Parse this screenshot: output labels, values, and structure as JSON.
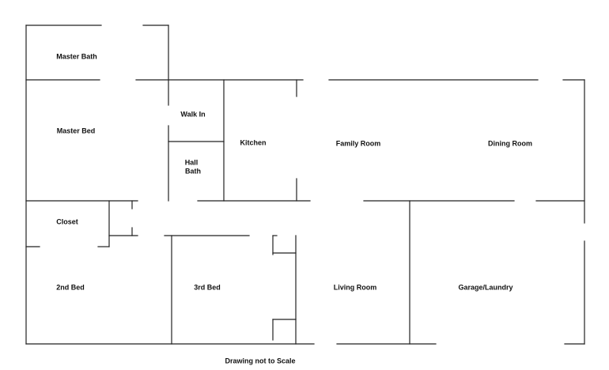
{
  "rooms": {
    "master_bath": "Master Bath",
    "master_bed": "Master Bed",
    "walk_in": "Walk In",
    "hall_bath_line1": "Hall",
    "hall_bath_line2": "Bath",
    "kitchen": "Kitchen",
    "family_room": "Family Room",
    "dining_room": "Dining Room",
    "closet": "Closet",
    "second_bed": "2nd Bed",
    "third_bed": "3rd Bed",
    "living_room": "Living Room",
    "garage_laundry": "Garage/Laundry"
  },
  "note": "Drawing not to Scale"
}
